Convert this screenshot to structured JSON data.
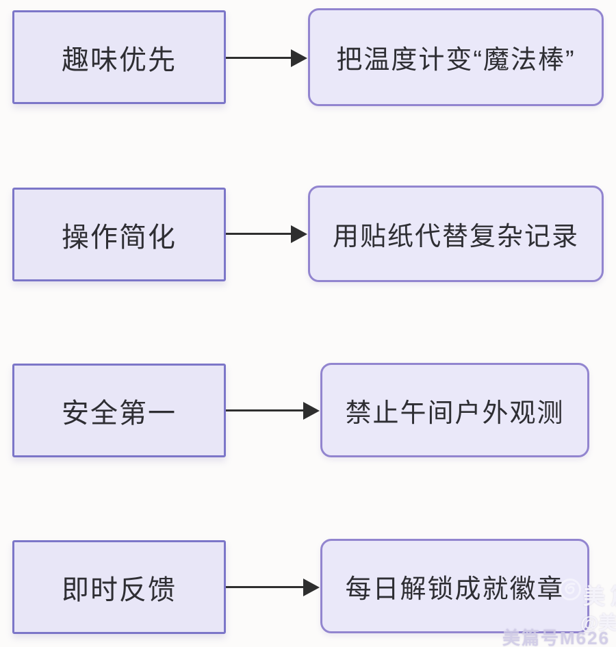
{
  "page": {
    "background_color": "#fcfbfa",
    "box_fill_color": "#e9e7f8",
    "box_border_left_color": "#7c76c8",
    "box_border_right_color": "#9285cf",
    "arrow_color": "#2e2e2e",
    "text_color": "#2e2e33"
  },
  "diagram": {
    "type": "flow-mapping",
    "rows": [
      {
        "left": "趣味优先",
        "right": "把温度计变“魔法棒”"
      },
      {
        "left": "操作简化",
        "right": "用贴纸代替复杂记录"
      },
      {
        "left": "安全第一",
        "right": "禁止午间户外观测"
      },
      {
        "left": "即时反馈",
        "right": "每日解锁成就徽章"
      }
    ]
  },
  "watermark": {
    "brand": "美篇",
    "handle": "@美",
    "footer": "美篇号M626",
    "logo_icon": "meipian-swirl-icon"
  }
}
